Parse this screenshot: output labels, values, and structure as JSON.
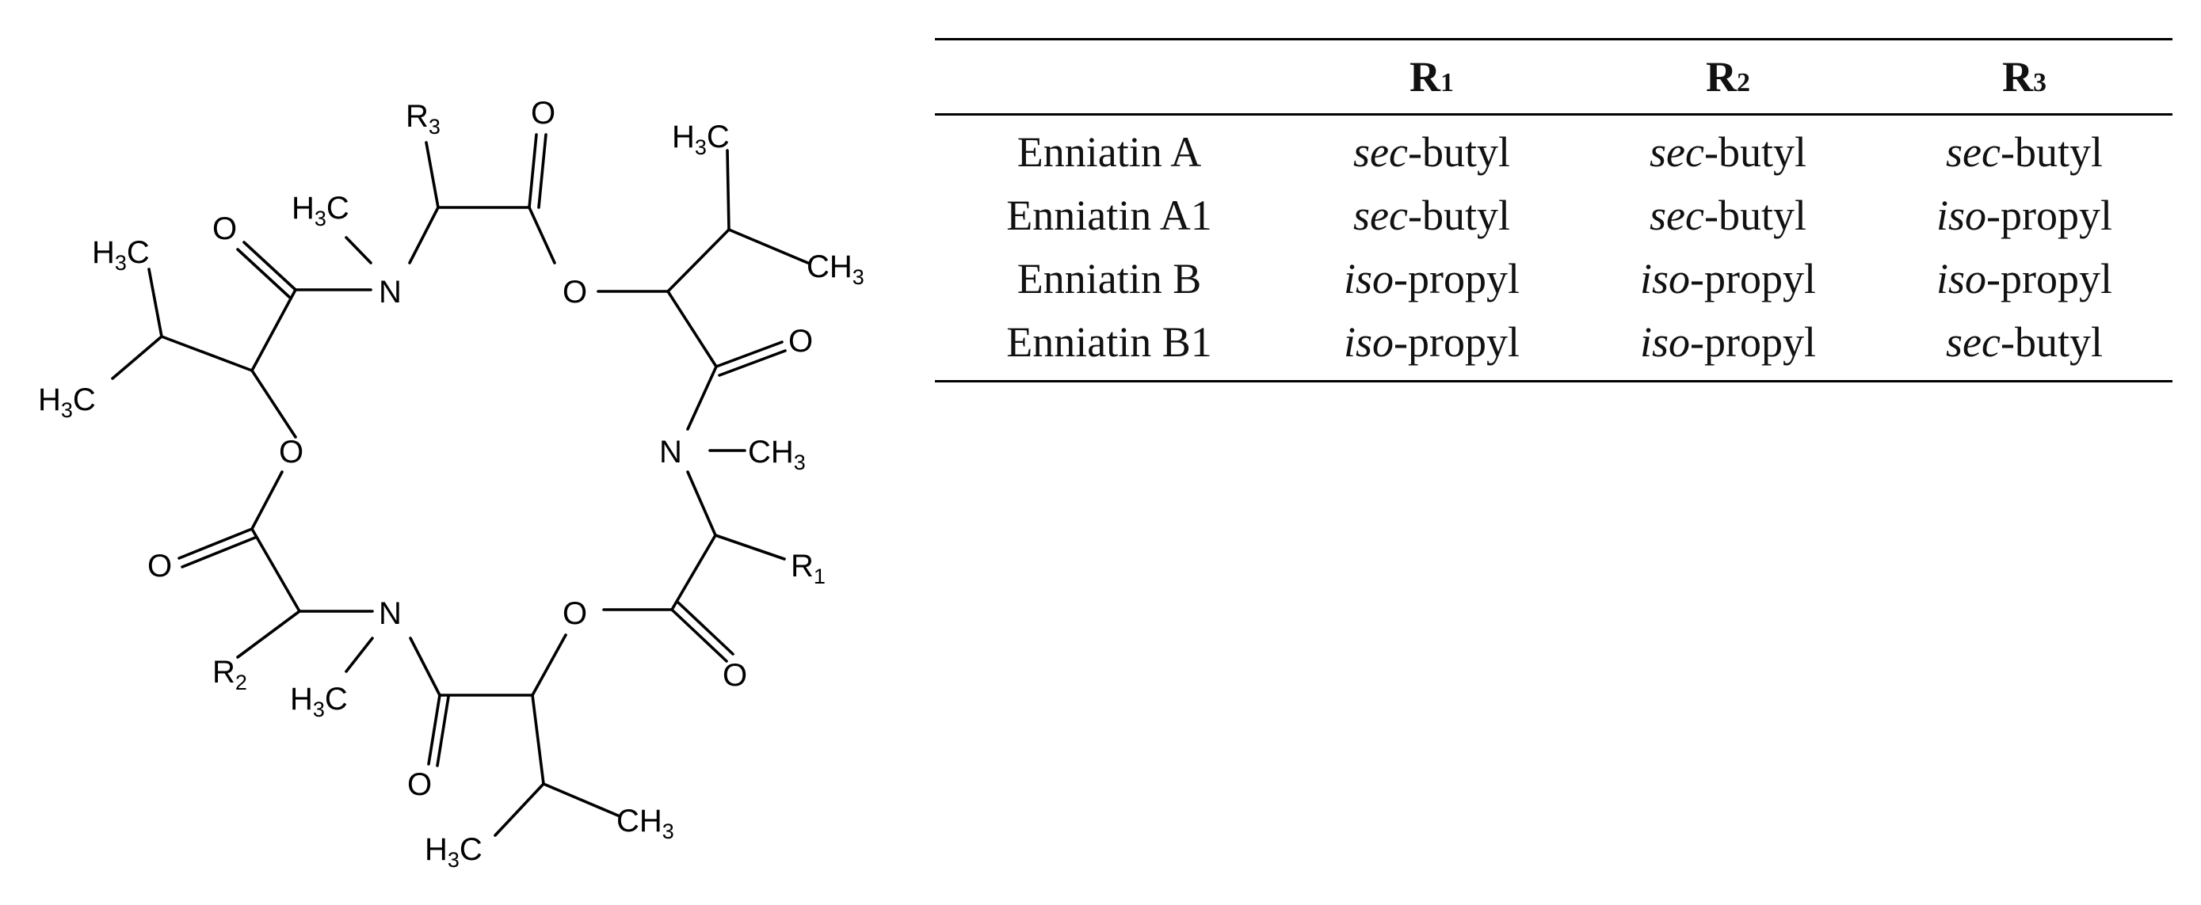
{
  "structure": {
    "atoms": {
      "O": "O",
      "N": "N",
      "R": "R",
      "H": "H",
      "C": "C",
      "three": "3",
      "one": "1",
      "two": "2"
    }
  },
  "table": {
    "headers": [
      {
        "main": "",
        "sub": ""
      },
      {
        "main": "R",
        "sub": "1"
      },
      {
        "main": "R",
        "sub": "2"
      },
      {
        "main": "R",
        "sub": "3"
      }
    ],
    "rows": [
      {
        "name": "Enniatin A",
        "cells": [
          {
            "prefix": "sec",
            "rest": "-butyl"
          },
          {
            "prefix": "sec",
            "rest": "-butyl"
          },
          {
            "prefix": "sec",
            "rest": "-butyl"
          }
        ]
      },
      {
        "name": "Enniatin A1",
        "cells": [
          {
            "prefix": "sec",
            "rest": "-butyl"
          },
          {
            "prefix": "sec",
            "rest": "-butyl"
          },
          {
            "prefix": "iso",
            "rest": "-propyl"
          }
        ]
      },
      {
        "name": "Enniatin B",
        "cells": [
          {
            "prefix": "iso",
            "rest": "-propyl"
          },
          {
            "prefix": "iso",
            "rest": "-propyl"
          },
          {
            "prefix": "iso",
            "rest": "-propyl"
          }
        ]
      },
      {
        "name": "Enniatin B1",
        "cells": [
          {
            "prefix": "iso",
            "rest": "-propyl"
          },
          {
            "prefix": "iso",
            "rest": "-propyl"
          },
          {
            "prefix": "sec",
            "rest": "-butyl"
          }
        ]
      }
    ]
  }
}
